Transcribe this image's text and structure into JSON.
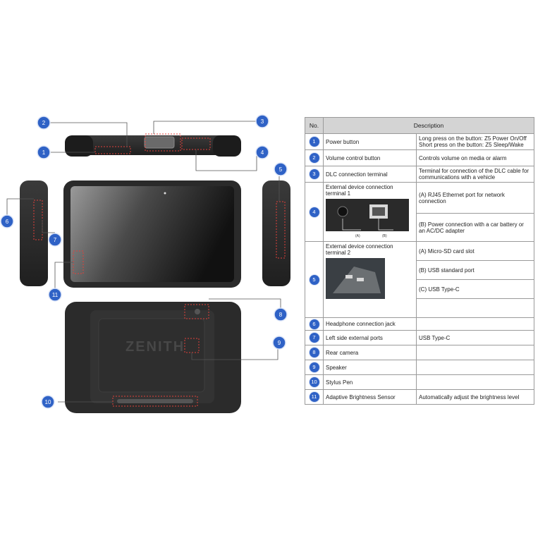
{
  "callouts": [
    "1",
    "2",
    "3",
    "4",
    "5",
    "6",
    "7",
    "8",
    "9",
    "10",
    "11"
  ],
  "brand_logo": "ZENITH",
  "colors": {
    "badge": "#2f62c6",
    "device_body": "#2b2b2b",
    "highlight": "#e0403a",
    "header_bg": "#d4d4d4"
  },
  "table": {
    "headers": {
      "no": "No.",
      "description": "Description"
    },
    "rows": [
      {
        "no": "1",
        "item": "Power button",
        "desc": [
          "Long press on the button: Z5 Power On/Off",
          "Short press on the button: Z5 Sleep/Wake"
        ]
      },
      {
        "no": "2",
        "item": "Volume control button",
        "desc": [
          "Controls volume on media or alarm"
        ]
      },
      {
        "no": "3",
        "item": "DLC connection terminal",
        "desc": [
          "Terminal for connection of the DLC cable for",
          "communications with a vehicle"
        ]
      },
      {
        "no": "4",
        "item": "External device connection terminal 1",
        "photo_labels": [
          "(A)",
          "(B)"
        ],
        "subs": [
          "(A) RJ45 Ethernet port for network connection",
          "(B) Power connection with a car battery or an AC/DC adapter"
        ]
      },
      {
        "no": "5",
        "item": "External device connection terminal 2",
        "subs": [
          "(A) Micro-SD card slot",
          "(B) USB standard port",
          "(C) USB Type-C",
          ""
        ]
      },
      {
        "no": "6",
        "item": "Headphone connection jack",
        "desc": [
          ""
        ]
      },
      {
        "no": "7",
        "item": "Left side external ports",
        "desc": [
          "USB Type-C"
        ]
      },
      {
        "no": "8",
        "item": "Rear camera",
        "desc": [
          ""
        ]
      },
      {
        "no": "9",
        "item": "Speaker",
        "desc": [
          ""
        ]
      },
      {
        "no": "10",
        "item": "Stylus Pen",
        "desc": [
          ""
        ]
      },
      {
        "no": "11",
        "item": "Adaptive Brightness Sensor",
        "desc": [
          "Automatically adjust the brightness level"
        ]
      }
    ]
  }
}
